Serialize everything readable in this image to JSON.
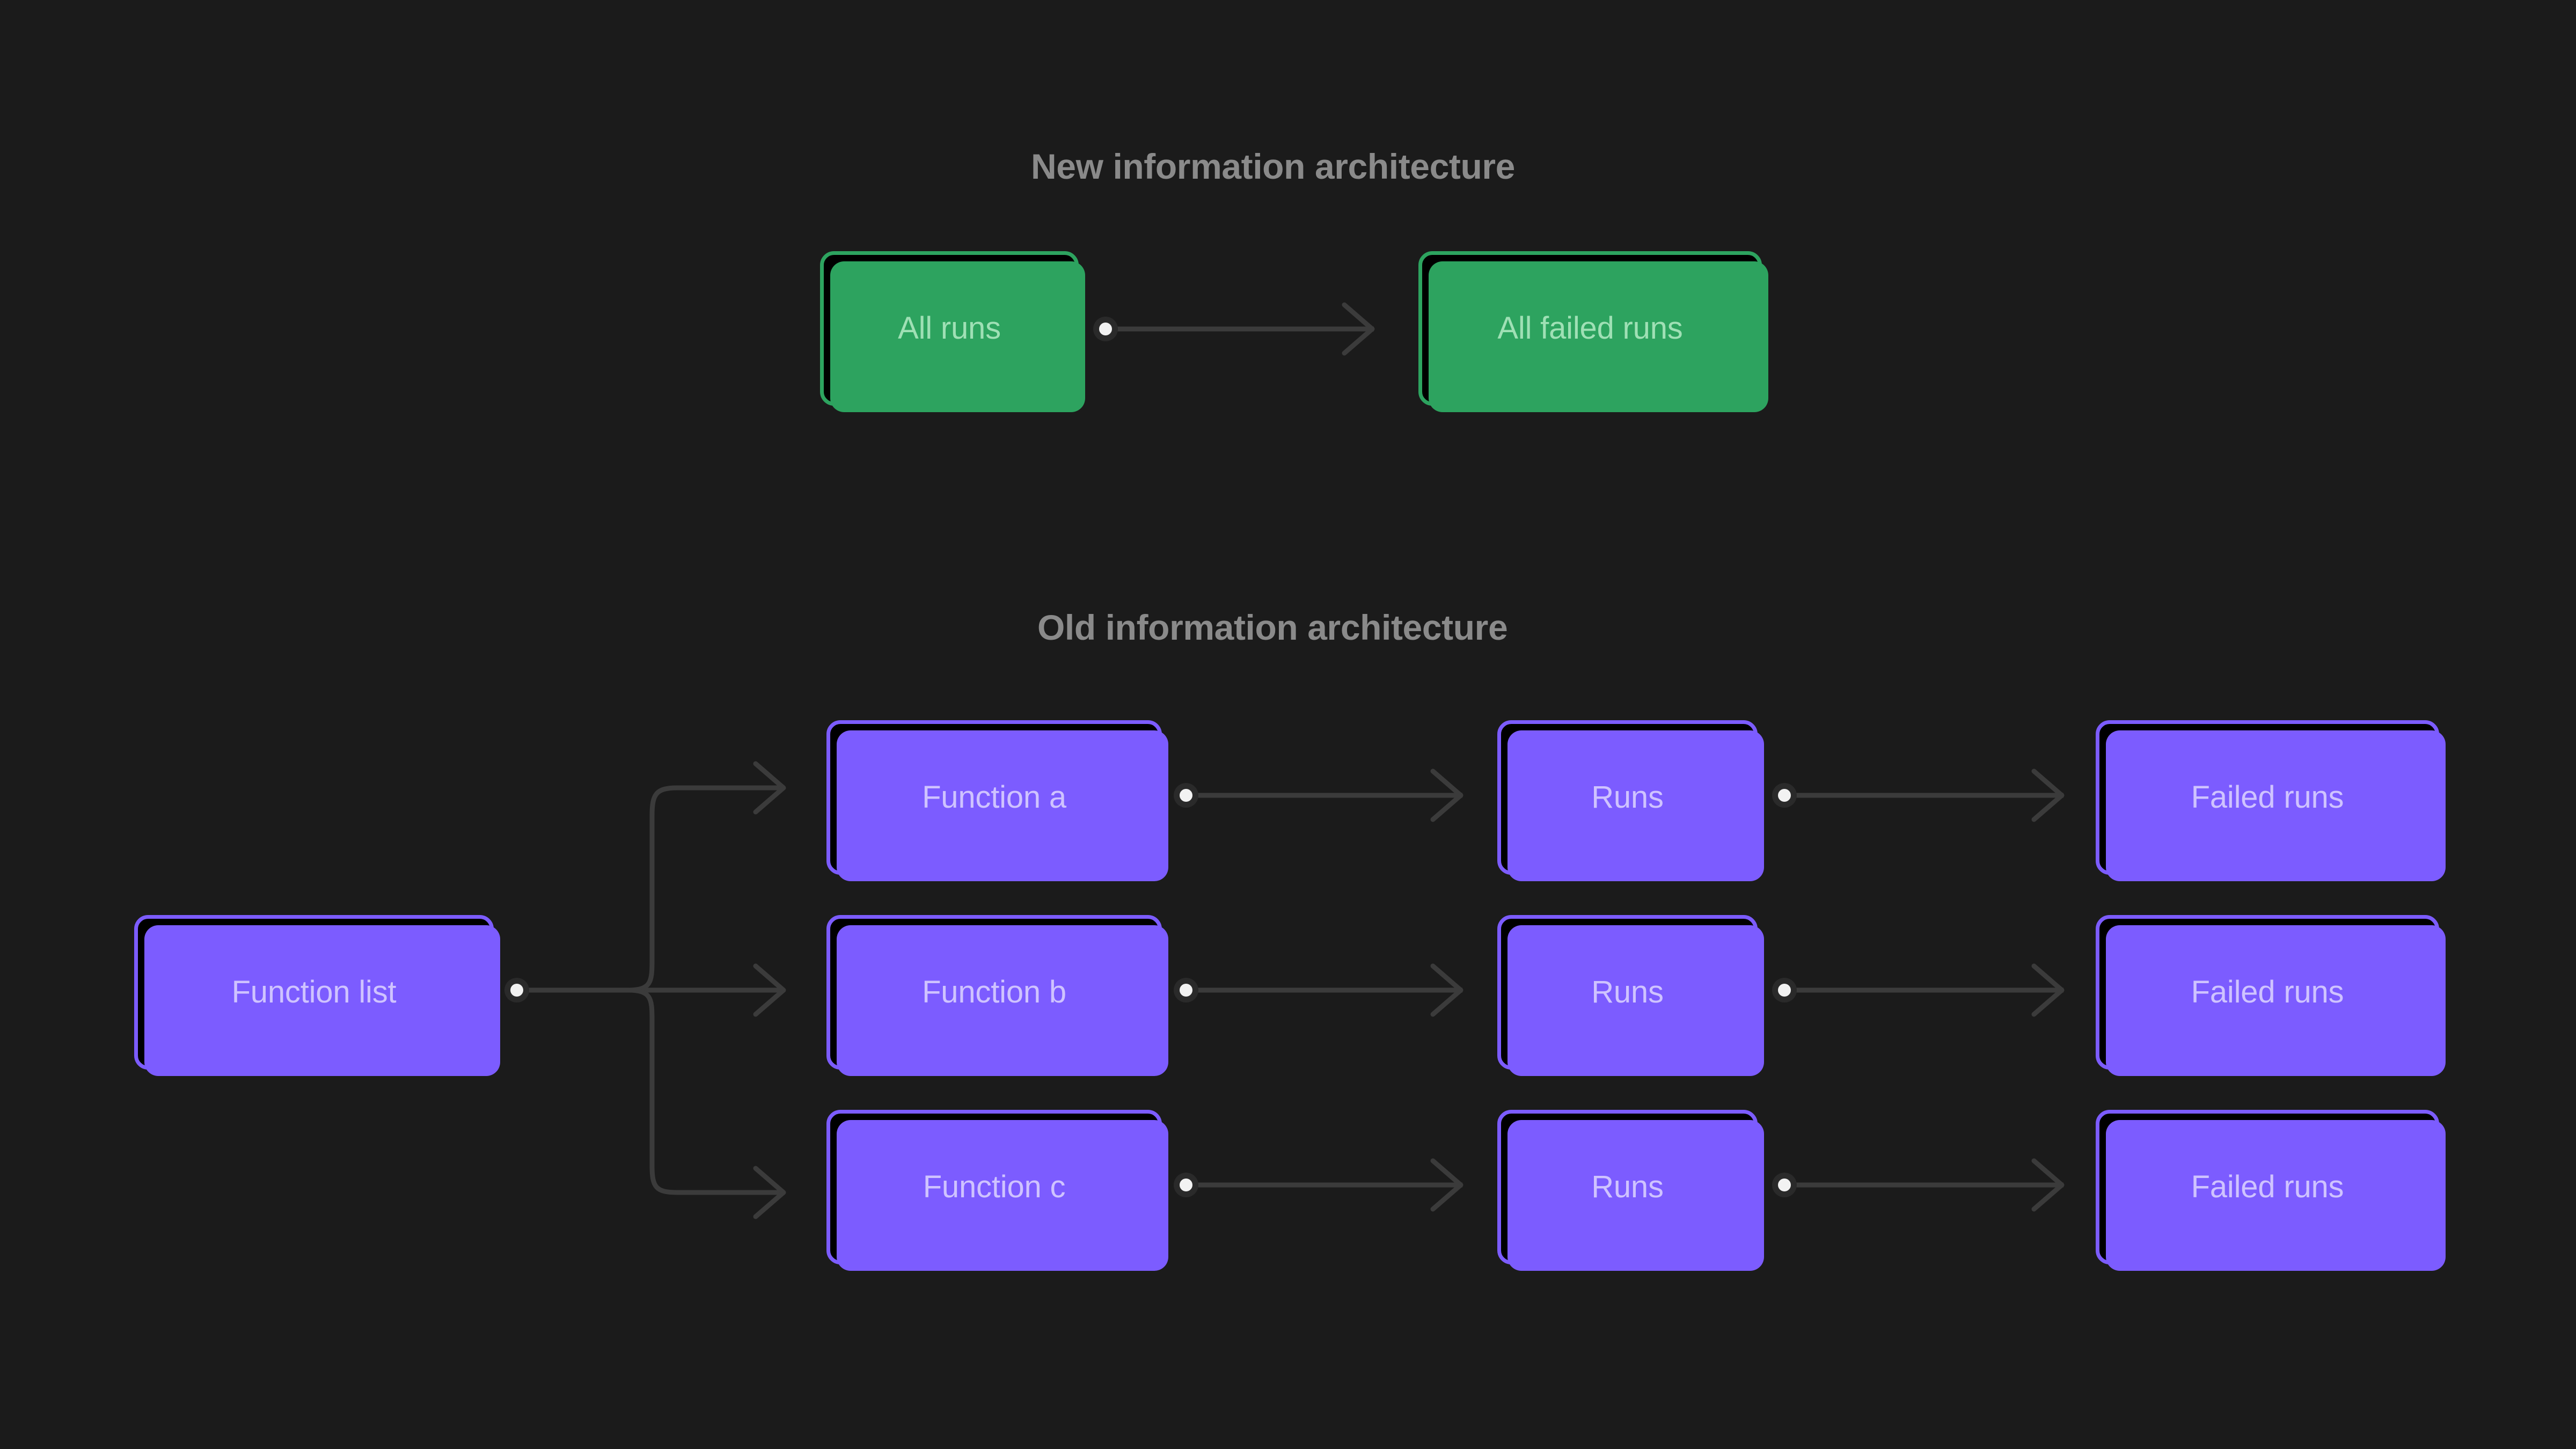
{
  "background_color": "#1b1b1b",
  "palette": {
    "purple_border": "#7c5cff",
    "purple_text": "#cfc3ff",
    "green_border": "#2da35f",
    "green_text": "#9fe0b5",
    "node_fill": "#000000",
    "heading_text": "#8a8a8a",
    "connector_stroke": "#3b3b3b",
    "connector_dot": "#f2f2f2"
  },
  "sections": {
    "new": {
      "heading": "New information architecture",
      "accent": "green",
      "nodes": [
        {
          "id": "all-runs",
          "label": "All runs"
        },
        {
          "id": "all-failed-runs",
          "label": "All failed runs"
        }
      ]
    },
    "old": {
      "heading": "Old information architecture",
      "accent": "purple",
      "root": {
        "id": "function-list",
        "label": "Function list"
      },
      "rows": [
        {
          "nodes": [
            {
              "id": "function-a",
              "label": "Function a"
            },
            {
              "id": "runs-a",
              "label": "Runs"
            },
            {
              "id": "failed-runs-a",
              "label": "Failed runs"
            }
          ]
        },
        {
          "nodes": [
            {
              "id": "function-b",
              "label": "Function b"
            },
            {
              "id": "runs-b",
              "label": "Runs"
            },
            {
              "id": "failed-runs-b",
              "label": "Failed runs"
            }
          ]
        },
        {
          "nodes": [
            {
              "id": "function-c",
              "label": "Function c"
            },
            {
              "id": "runs-c",
              "label": "Runs"
            },
            {
              "id": "failed-runs-c",
              "label": "Failed runs"
            }
          ]
        }
      ]
    }
  },
  "connectors": {
    "style": "dot-line-arrow",
    "edges": [
      {
        "from": "all-runs",
        "to": "all-failed-runs"
      },
      {
        "from": "function-list",
        "to": "function-a"
      },
      {
        "from": "function-list",
        "to": "function-b"
      },
      {
        "from": "function-list",
        "to": "function-c"
      },
      {
        "from": "function-a",
        "to": "runs-a"
      },
      {
        "from": "runs-a",
        "to": "failed-runs-a"
      },
      {
        "from": "function-b",
        "to": "runs-b"
      },
      {
        "from": "runs-b",
        "to": "failed-runs-b"
      },
      {
        "from": "function-c",
        "to": "runs-c"
      },
      {
        "from": "runs-c",
        "to": "failed-runs-c"
      }
    ]
  }
}
